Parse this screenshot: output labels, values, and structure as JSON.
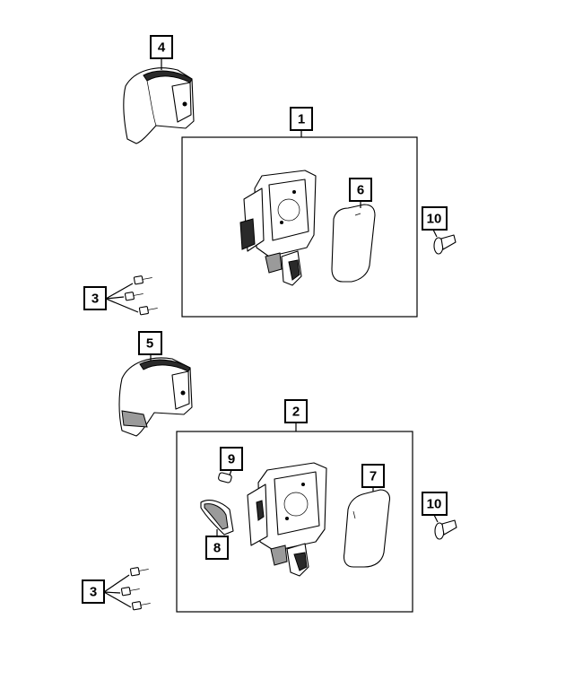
{
  "callouts": {
    "c1": "1",
    "c2": "2",
    "c3_top": "3",
    "c3_bottom": "3",
    "c4": "4",
    "c5": "5",
    "c6": "6",
    "c7": "7",
    "c8": "8",
    "c9": "9",
    "c10_top": "10",
    "c10_bottom": "10"
  }
}
